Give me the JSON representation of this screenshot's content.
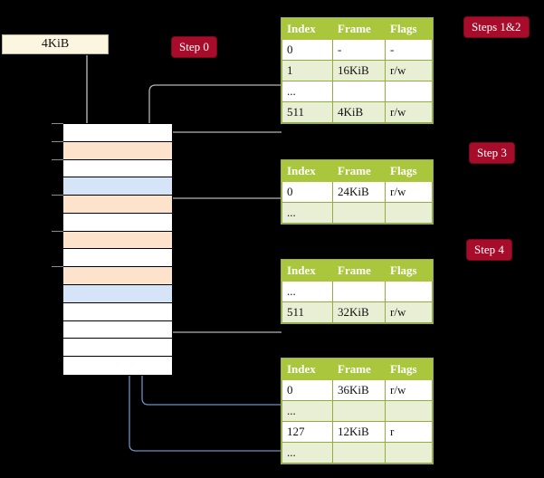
{
  "diagram": {
    "title_box": {
      "label": "4KiB"
    },
    "badges": [
      {
        "name": "step-0",
        "label": "Step 0"
      },
      {
        "name": "steps-1-2",
        "label": "Steps 1&2"
      },
      {
        "name": "step-3",
        "label": "Step 3"
      },
      {
        "name": "step-4",
        "label": "Step 4"
      }
    ],
    "colors": {
      "badge_bg": "#a80c2b",
      "table_header_bg": "#aac63c",
      "table_alt_row_bg": "#e9efd5",
      "table_highlight_bg": "#f7f5ab",
      "memory_peach": "#fde3cc",
      "memory_blue": "#d6e4f7",
      "va_box_bg": "#fcf6e0",
      "wire_gray": "#b0b0b0",
      "wire_blue": "#6e8fc0",
      "arrow_blue": "#4a72ab",
      "arrow_gray": "#c8c8c8"
    },
    "memory_column": {
      "name": "physical-memory-column",
      "rows": [
        {
          "fill": "white"
        },
        {
          "fill": "peach"
        },
        {
          "fill": "white"
        },
        {
          "fill": "blue"
        },
        {
          "fill": "peach"
        },
        {
          "fill": "white"
        },
        {
          "fill": "peach"
        },
        {
          "fill": "white"
        },
        {
          "fill": "peach"
        },
        {
          "fill": "blue"
        },
        {
          "fill": "white"
        },
        {
          "fill": "white"
        },
        {
          "fill": "white"
        },
        {
          "fill": "white"
        }
      ]
    },
    "tables": [
      {
        "name": "page-table-level-0",
        "columns": [
          "Index",
          "Frame",
          "Flags"
        ],
        "rows": [
          {
            "cells": [
              "0",
              "-",
              "-"
            ],
            "alt": false,
            "highlight": false
          },
          {
            "cells": [
              "1",
              "16KiB",
              "r/w"
            ],
            "alt": true,
            "highlight": false
          },
          {
            "cells": [
              "...",
              "",
              ""
            ],
            "alt": false,
            "highlight": false
          },
          {
            "cells": [
              "511",
              "4KiB",
              "r/w"
            ],
            "alt": true,
            "highlight": true
          }
        ]
      },
      {
        "name": "page-table-level-1",
        "columns": [
          "Index",
          "Frame",
          "Flags"
        ],
        "rows": [
          {
            "cells": [
              "0",
              "24KiB",
              "r/w"
            ],
            "alt": false,
            "highlight": false
          },
          {
            "cells": [
              "...",
              "",
              ""
            ],
            "alt": true,
            "highlight": false
          }
        ]
      },
      {
        "name": "page-table-level-2",
        "columns": [
          "Index",
          "Frame",
          "Flags"
        ],
        "rows": [
          {
            "cells": [
              "...",
              "",
              ""
            ],
            "alt": false,
            "highlight": false
          },
          {
            "cells": [
              "511",
              "32KiB",
              "r/w"
            ],
            "alt": true,
            "highlight": false
          }
        ]
      },
      {
        "name": "page-table-level-3",
        "columns": [
          "Index",
          "Frame",
          "Flags"
        ],
        "rows": [
          {
            "cells": [
              "0",
              "36KiB",
              "r/w"
            ],
            "alt": false,
            "highlight": false
          },
          {
            "cells": [
              "...",
              "",
              ""
            ],
            "alt": true,
            "highlight": false
          },
          {
            "cells": [
              "127",
              "12KiB",
              "r"
            ],
            "alt": false,
            "highlight": false
          },
          {
            "cells": [
              "...",
              "",
              ""
            ],
            "alt": true,
            "highlight": false
          }
        ]
      }
    ]
  }
}
